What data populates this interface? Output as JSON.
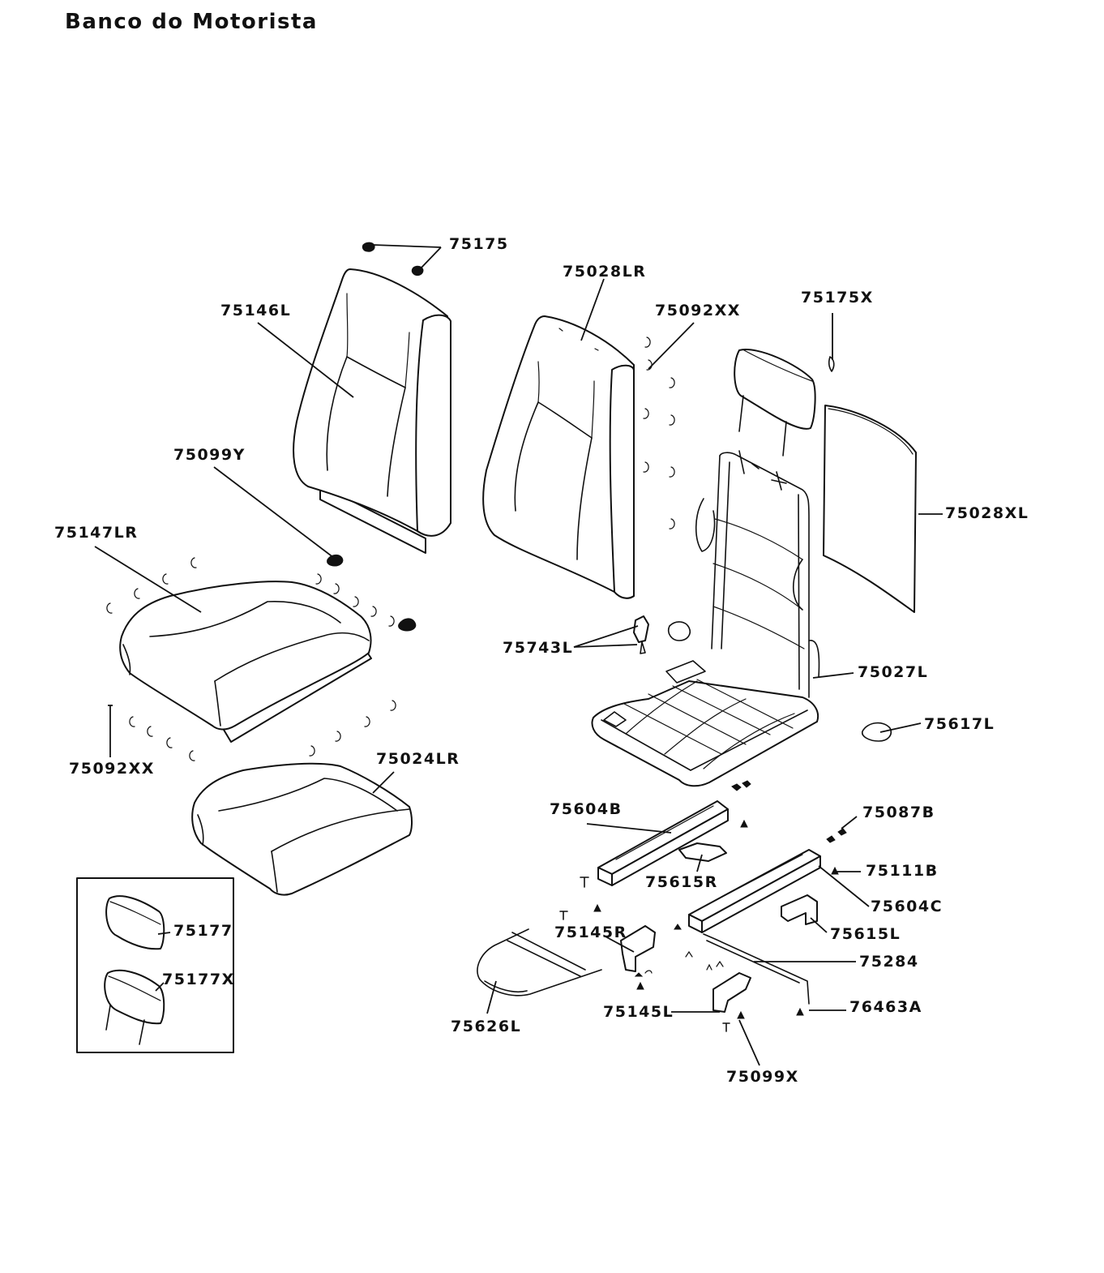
{
  "title": "Banco do Motorista",
  "labels": {
    "l75175": "75175",
    "l75028LR": "75028LR",
    "l75092XX_top": "75092XX",
    "l75175X": "75175X",
    "l75146L": "75146L",
    "l75099Y": "75099Y",
    "l75147LR": "75147LR",
    "l75028XL": "75028XL",
    "l75743L": "75743L",
    "l75027L": "75027L",
    "l75617L": "75617L",
    "l75092XX_bottom": "75092XX",
    "l75024LR": "75024LR",
    "l75604B": "75604B",
    "l75087B": "75087B",
    "l75111B": "75111B",
    "l75615R": "75615R",
    "l75604C": "75604C",
    "l75177": "75177",
    "l75145R": "75145R",
    "l75615L": "75615L",
    "l75177X": "75177X",
    "l75284": "75284",
    "l75145L": "75145L",
    "l76463A": "76463A",
    "l75626L": "75626L",
    "l75099X": "75099X"
  }
}
